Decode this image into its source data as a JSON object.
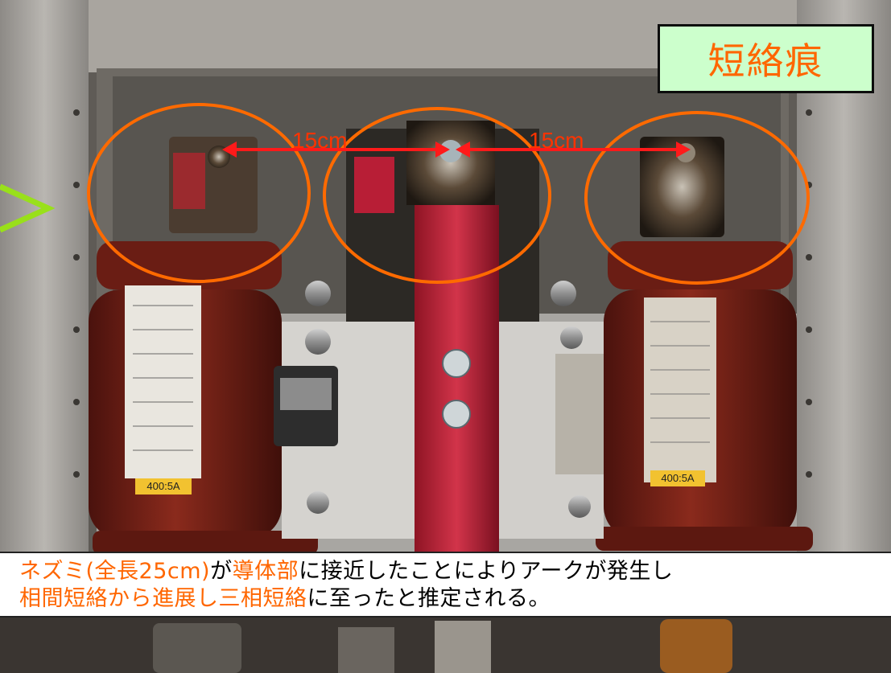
{
  "label_box": {
    "text": "短絡痕"
  },
  "distances": {
    "left": "15cm",
    "right": "15cm"
  },
  "caption": {
    "line1": [
      {
        "text": "ネズミ(全長25cm)",
        "role": "highlight"
      },
      {
        "text": "が",
        "role": "normal"
      },
      {
        "text": "導体部",
        "role": "highlight"
      },
      {
        "text": "に接近したことによりアークが発生し",
        "role": "normal"
      }
    ],
    "line2": [
      {
        "text": "相間短絡から進展し三相短絡",
        "role": "highlight"
      },
      {
        "text": "に至ったと推定される。",
        "role": "normal"
      }
    ]
  },
  "rating_labels": {
    "left": "400:5A",
    "right": "400:5A"
  },
  "colors": {
    "highlight": "#ff6600",
    "normal": "#000000",
    "circle": "#ff6a00",
    "arrow": "#ff1a1a",
    "label_bg": "#ccffcc",
    "pointer": "#99e01a"
  }
}
